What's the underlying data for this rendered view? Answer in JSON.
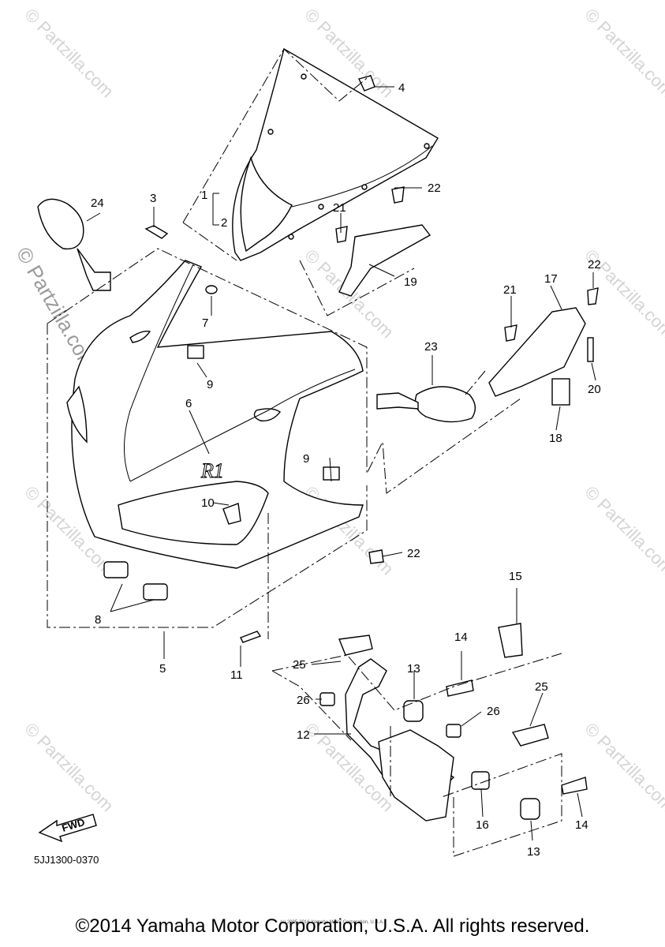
{
  "watermark": {
    "text": "© Partzilla.com",
    "diagonal_text": "© Partzilla.com"
  },
  "diagram_code": "5JJ1300-0370",
  "fwd_label": "FWD",
  "tiny_notice": "(c) 2005-2016 Yamaha Motor Corporation, U.S.A.",
  "copyright": "©2014 Yamaha Motor Corporation, U.S.A. All rights reserved.",
  "callouts": {
    "c1": "1",
    "c2": "2",
    "c3": "3",
    "c4": "4",
    "c5": "5",
    "c6": "6",
    "c7": "7",
    "c8": "8",
    "c9a": "9",
    "c9b": "9",
    "c10": "10",
    "c11": "11",
    "c12": "12",
    "c13a": "13",
    "c13b": "13",
    "c14a": "14",
    "c14b": "14",
    "c15": "15",
    "c16": "16",
    "c17": "17",
    "c18": "18",
    "c19": "19",
    "c20": "20",
    "c21a": "21",
    "c21b": "21",
    "c22a": "22",
    "c22b": "22",
    "c22c": "22",
    "c23": "23",
    "c24": "24",
    "c25a": "25",
    "c25b": "25",
    "c26a": "26",
    "c26b": "26"
  }
}
